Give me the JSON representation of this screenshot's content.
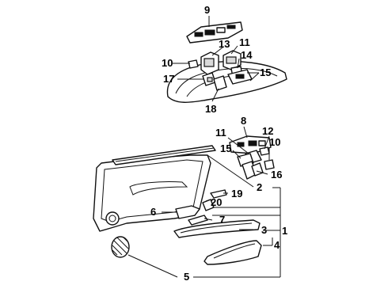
{
  "callouts": {
    "c1": "1",
    "c2": "2",
    "c3": "3",
    "c4": "4",
    "c5": "5",
    "c6": "6",
    "c7": "7",
    "c8": "8",
    "c9": "9",
    "c10a": "10",
    "c10b": "10",
    "c11a": "11",
    "c11b": "11",
    "c12": "12",
    "c13": "13",
    "c14": "14",
    "c15a": "15",
    "c15b": "15",
    "c16": "16",
    "c17": "17",
    "c18": "18",
    "c19": "19",
    "c20": "20"
  }
}
